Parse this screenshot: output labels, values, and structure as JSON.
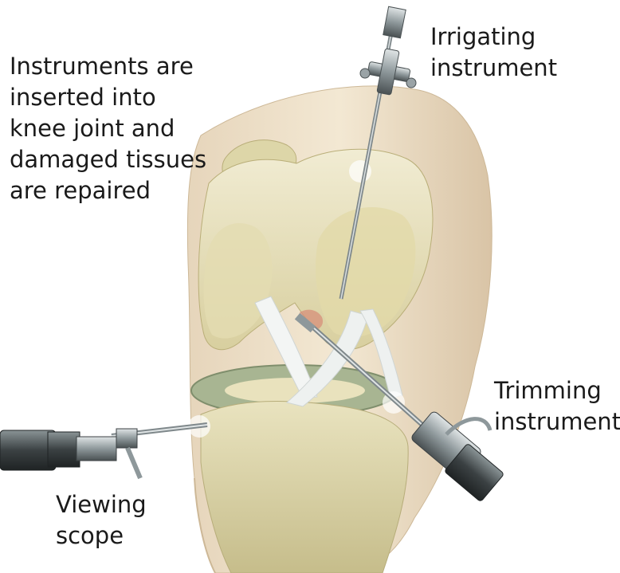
{
  "caption": {
    "lines": [
      "Instruments are",
      "inserted into",
      "knee joint and",
      "damaged tissues",
      "are repaired"
    ]
  },
  "labels": {
    "irrigating": [
      "Irrigating",
      "instrument"
    ],
    "trimming": [
      "Trimming",
      "instrument"
    ],
    "viewing": [
      "Viewing",
      "scope"
    ]
  },
  "colors": {
    "skin": "#f1e4cd",
    "skin_shadow": "#d8c3a6",
    "bone": "#ece6c6",
    "bone_shadow": "#c9c08f",
    "cartilage": "#a9b795",
    "ligament": "#f2f4f3",
    "metal": "#9aa3a6",
    "metal_dark": "#3c4244",
    "text": "#1a1a1a"
  }
}
